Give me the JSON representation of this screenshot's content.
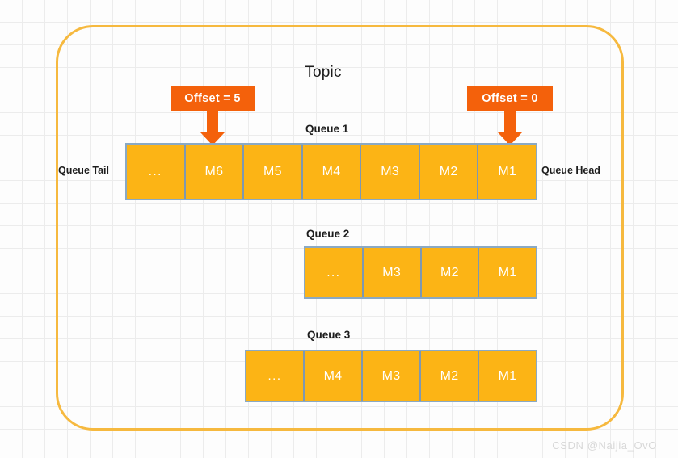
{
  "diagram": {
    "title": "Topic",
    "watermark": "CSDN @Naijia_OvO",
    "colors": {
      "topic_border": "#f6b93f",
      "cell_fill": "#fcb415",
      "cell_border": "#8aa9c4",
      "callout": "#f4610b",
      "cell_text": "#ffffff",
      "label_text": "#1d1d1d",
      "grid": "#ececec"
    }
  },
  "callouts": [
    {
      "label": "Offset = 5",
      "target_queue": "Queue 1",
      "target_cell": "M6"
    },
    {
      "label": "Offset = 0",
      "target_queue": "Queue 1",
      "target_cell": "M1"
    }
  ],
  "side_labels": {
    "tail": "Queue Tail",
    "head": "Queue Head"
  },
  "queues": [
    {
      "label": "Queue 1",
      "cells": [
        "...",
        "M6",
        "M5",
        "M4",
        "M3",
        "M2",
        "M1"
      ]
    },
    {
      "label": "Queue 2",
      "cells": [
        "...",
        "M3",
        "M2",
        "M1"
      ]
    },
    {
      "label": "Queue 3",
      "cells": [
        "...",
        "M4",
        "M3",
        "M2",
        "M1"
      ]
    }
  ]
}
